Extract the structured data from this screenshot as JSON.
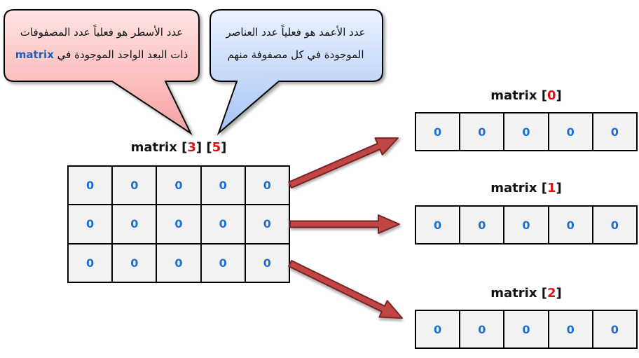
{
  "callouts": {
    "rows_line1": "عدد الأسطر هو فعلياً عدد المصفوفات",
    "rows_line2_prefix": "ذات البعد الواحد الموجودة في ",
    "rows_keyword": "matrix",
    "cols_line1": "عدد الأعمد هو فعلياً عدد العناصر",
    "cols_line2": "الموجودة في كل مصفوفة منهم"
  },
  "main_label": {
    "name": "matrix",
    "open1": " [",
    "rows": "3",
    "close1": "] [",
    "cols": "5",
    "close2": "]"
  },
  "main_grid": [
    [
      "0",
      "0",
      "0",
      "0",
      "0"
    ],
    [
      "0",
      "0",
      "0",
      "0",
      "0"
    ],
    [
      "0",
      "0",
      "0",
      "0",
      "0"
    ]
  ],
  "sub_arrays": [
    {
      "name": "matrix",
      "open": " [",
      "index": "0",
      "close": "]",
      "values": [
        "0",
        "0",
        "0",
        "0",
        "0"
      ]
    },
    {
      "name": "matrix",
      "open": " [",
      "index": "1",
      "close": "]",
      "values": [
        "0",
        "0",
        "0",
        "0",
        "0"
      ]
    },
    {
      "name": "matrix",
      "open": " [",
      "index": "2",
      "close": "]",
      "values": [
        "0",
        "0",
        "0",
        "0",
        "0"
      ]
    }
  ],
  "colors": {
    "rows_bubble": "#f7a9a9",
    "cols_bubble": "#a9c6f7",
    "arrow": "#c04545",
    "cell_text": "#1f6fd0",
    "index_text": "#e01010"
  }
}
